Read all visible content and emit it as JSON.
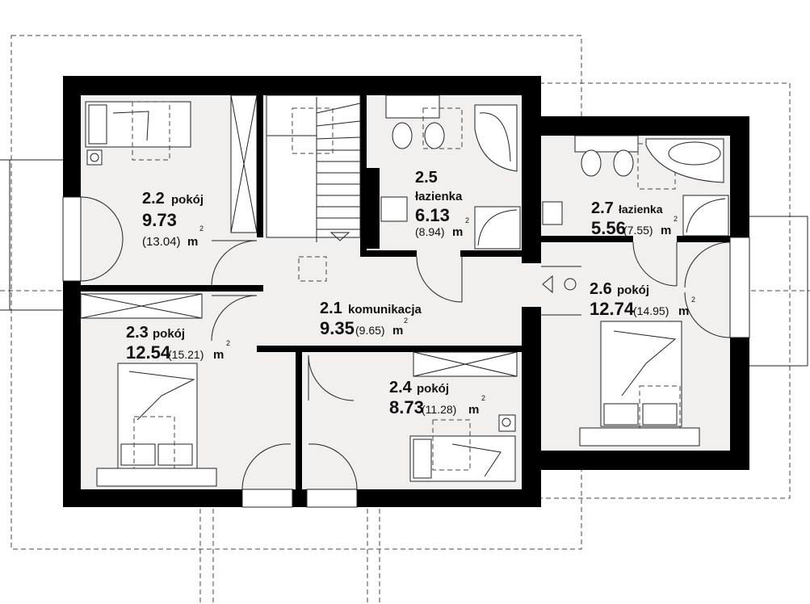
{
  "rooms": {
    "r21": {
      "num": "2.1",
      "name": "komunikacja",
      "area": "9.35",
      "area_gross": "(9.65)",
      "unit": "m",
      "exp": "2"
    },
    "r22": {
      "num": "2.2",
      "name": "pokój",
      "area": "9.73",
      "area_gross": "(13.04)",
      "unit": "m",
      "exp": "2"
    },
    "r23": {
      "num": "2.3",
      "name": "pokój",
      "area": "12.54",
      "area_gross": "(15.21)",
      "unit": "m",
      "exp": "2"
    },
    "r24": {
      "num": "2.4",
      "name": "pokój",
      "area": "8.73",
      "area_gross": "(11.28)",
      "unit": "m",
      "exp": "2"
    },
    "r25": {
      "num": "2.5",
      "name": "łazienka",
      "area": "6.13",
      "area_gross": "(8.94)",
      "unit": "m",
      "exp": "2"
    },
    "r26": {
      "num": "2.6",
      "name": "pokój",
      "area": "12.74",
      "area_gross": "(14.95)",
      "unit": "m",
      "exp": "2"
    },
    "r27": {
      "num": "2.7",
      "name": "łazienka",
      "area": "5.56",
      "area_gross": "(7.55)",
      "unit": "m",
      "exp": "2"
    }
  },
  "colors": {
    "wall": "#000000",
    "floor": "#f2f0ee",
    "line": "#222222",
    "dashed": "#444444"
  }
}
